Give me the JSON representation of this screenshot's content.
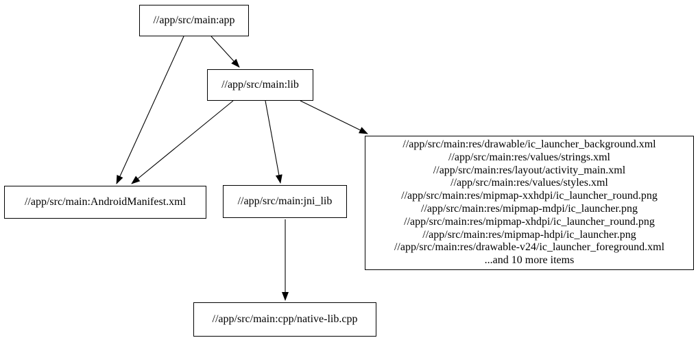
{
  "graph": {
    "nodes": {
      "app": {
        "label": "//app/src/main:app"
      },
      "lib": {
        "label": "//app/src/main:lib"
      },
      "manifest": {
        "label": "//app/src/main:AndroidManifest.xml"
      },
      "jni_lib": {
        "label": "//app/src/main:jni_lib"
      },
      "native_lib": {
        "label": "//app/src/main:cpp/native-lib.cpp"
      },
      "resources": {
        "lines": [
          "//app/src/main:res/drawable/ic_launcher_background.xml",
          "//app/src/main:res/values/strings.xml",
          "//app/src/main:res/layout/activity_main.xml",
          "//app/src/main:res/values/styles.xml",
          "//app/src/main:res/mipmap-xxhdpi/ic_launcher_round.png",
          "//app/src/main:res/mipmap-mdpi/ic_launcher.png",
          "//app/src/main:res/mipmap-xhdpi/ic_launcher_round.png",
          "//app/src/main:res/mipmap-hdpi/ic_launcher.png",
          "//app/src/main:res/drawable-v24/ic_launcher_foreground.xml",
          "...and 10 more items"
        ]
      }
    },
    "edges": [
      {
        "from": "app",
        "to": "lib"
      },
      {
        "from": "app",
        "to": "manifest"
      },
      {
        "from": "lib",
        "to": "manifest"
      },
      {
        "from": "lib",
        "to": "jni_lib"
      },
      {
        "from": "lib",
        "to": "resources"
      },
      {
        "from": "jni_lib",
        "to": "native_lib"
      }
    ],
    "colors": {
      "background": "#ffffff",
      "node_border": "#000000",
      "edge": "#000000",
      "text": "#000000"
    }
  }
}
